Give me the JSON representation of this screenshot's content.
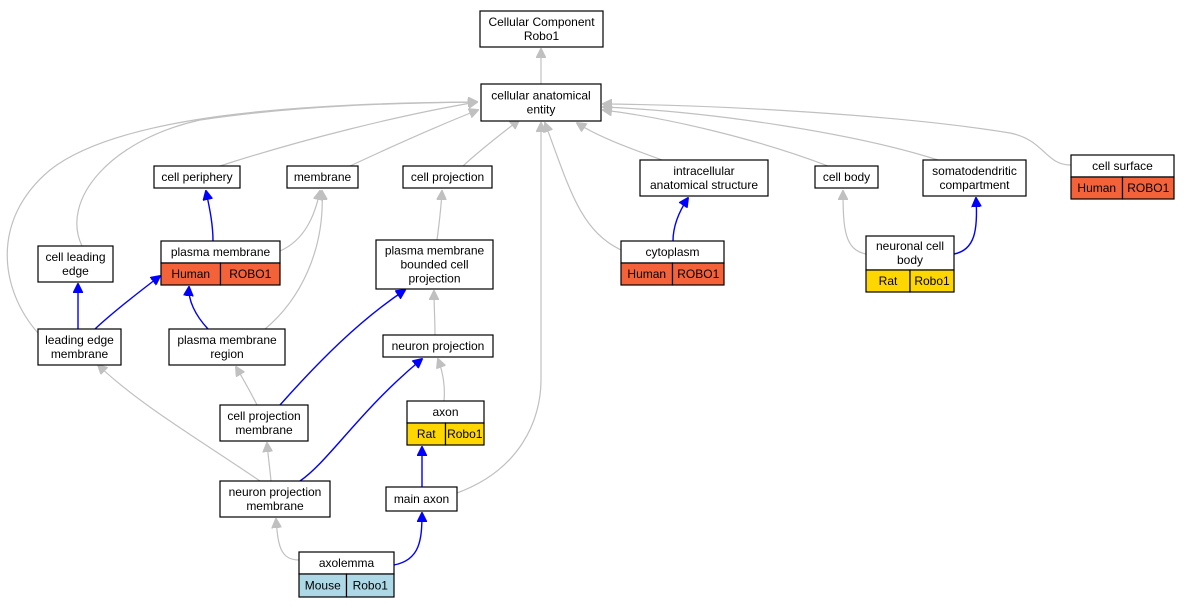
{
  "nodes": {
    "cc_root": {
      "lines": [
        "Cellular Component",
        "Robo1"
      ]
    },
    "cae": {
      "lines": [
        "cellular anatomical",
        "entity"
      ]
    },
    "cell_periphery": {
      "lines": [
        "cell periphery"
      ]
    },
    "membrane": {
      "lines": [
        "membrane"
      ]
    },
    "cell_projection": {
      "lines": [
        "cell projection"
      ]
    },
    "intracellular": {
      "lines": [
        "intracellular",
        "anatomical structure"
      ]
    },
    "cell_body": {
      "lines": [
        "cell body"
      ]
    },
    "somatodendritic": {
      "lines": [
        "somatodendritic",
        "compartment"
      ]
    },
    "cell_surface": {
      "lines": [
        "cell surface"
      ],
      "tags": [
        {
          "label": "Human",
          "color": "#f4623a"
        },
        {
          "label": "ROBO1",
          "color": "#f4623a"
        }
      ]
    },
    "cell_leading_edge": {
      "lines": [
        "cell leading",
        "edge"
      ]
    },
    "plasma_membrane": {
      "lines": [
        "plasma membrane"
      ],
      "tags": [
        {
          "label": "Human",
          "color": "#f4623a"
        },
        {
          "label": "ROBO1",
          "color": "#f4623a"
        }
      ]
    },
    "pm_bounded": {
      "lines": [
        "plasma membrane",
        "bounded cell",
        "projection"
      ]
    },
    "cytoplasm": {
      "lines": [
        "cytoplasm"
      ],
      "tags": [
        {
          "label": "Human",
          "color": "#f4623a"
        },
        {
          "label": "ROBO1",
          "color": "#f4623a"
        }
      ]
    },
    "neuronal_cell_body": {
      "lines": [
        "neuronal cell",
        "body"
      ],
      "tags": [
        {
          "label": "Rat",
          "color": "#ffd700"
        },
        {
          "label": "Robo1",
          "color": "#ffd700"
        }
      ]
    },
    "leading_edge_membrane": {
      "lines": [
        "leading edge",
        "membrane"
      ]
    },
    "pm_region": {
      "lines": [
        "plasma membrane",
        "region"
      ]
    },
    "neuron_projection": {
      "lines": [
        "neuron projection"
      ]
    },
    "axon": {
      "lines": [
        "axon"
      ],
      "tags": [
        {
          "label": "Rat",
          "color": "#ffd700"
        },
        {
          "label": "Robo1",
          "color": "#ffd700"
        }
      ]
    },
    "cp_membrane": {
      "lines": [
        "cell projection",
        "membrane"
      ]
    },
    "np_membrane": {
      "lines": [
        "neuron projection",
        "membrane"
      ]
    },
    "main_axon": {
      "lines": [
        "main axon"
      ]
    },
    "axolemma": {
      "lines": [
        "axolemma"
      ],
      "tags": [
        {
          "label": "Mouse",
          "color": "#add8e6"
        },
        {
          "label": "Robo1",
          "color": "#add8e6"
        }
      ]
    }
  },
  "edges": [
    {
      "from": "cae",
      "to": "cc_root",
      "kind": "is_a"
    },
    {
      "from": "cell_periphery",
      "to": "cae",
      "kind": "is_a"
    },
    {
      "from": "membrane",
      "to": "cae",
      "kind": "is_a"
    },
    {
      "from": "cell_projection",
      "to": "cae",
      "kind": "is_a"
    },
    {
      "from": "intracellular",
      "to": "cae",
      "kind": "is_a"
    },
    {
      "from": "cell_body",
      "to": "cae",
      "kind": "is_a"
    },
    {
      "from": "somatodendritic",
      "to": "cae",
      "kind": "is_a"
    },
    {
      "from": "cell_surface",
      "to": "cae",
      "kind": "is_a"
    },
    {
      "from": "cell_leading_edge",
      "to": "cae",
      "kind": "is_a"
    },
    {
      "from": "leading_edge_membrane",
      "to": "cae",
      "kind": "is_a"
    },
    {
      "from": "cytoplasm",
      "to": "cae",
      "kind": "is_a"
    },
    {
      "from": "main_axon",
      "to": "cae",
      "kind": "is_a"
    },
    {
      "from": "plasma_membrane",
      "to": "cell_periphery",
      "kind": "part_of"
    },
    {
      "from": "plasma_membrane",
      "to": "membrane",
      "kind": "is_a"
    },
    {
      "from": "pm_region",
      "to": "membrane",
      "kind": "is_a"
    },
    {
      "from": "pm_bounded",
      "to": "cell_projection",
      "kind": "is_a"
    },
    {
      "from": "cytoplasm",
      "to": "intracellular",
      "kind": "part_of"
    },
    {
      "from": "neuronal_cell_body",
      "to": "cell_body",
      "kind": "is_a"
    },
    {
      "from": "neuronal_cell_body",
      "to": "somatodendritic",
      "kind": "part_of"
    },
    {
      "from": "leading_edge_membrane",
      "to": "cell_leading_edge",
      "kind": "part_of"
    },
    {
      "from": "leading_edge_membrane",
      "to": "plasma_membrane",
      "kind": "part_of"
    },
    {
      "from": "pm_region",
      "to": "plasma_membrane",
      "kind": "part_of"
    },
    {
      "from": "neuron_projection",
      "to": "pm_bounded",
      "kind": "is_a"
    },
    {
      "from": "axon",
      "to": "neuron_projection",
      "kind": "is_a"
    },
    {
      "from": "cp_membrane",
      "to": "pm_region",
      "kind": "is_a"
    },
    {
      "from": "cp_membrane",
      "to": "pm_bounded",
      "kind": "part_of"
    },
    {
      "from": "np_membrane",
      "to": "leading_edge_membrane",
      "kind": "is_a"
    },
    {
      "from": "np_membrane",
      "to": "cp_membrane",
      "kind": "is_a"
    },
    {
      "from": "np_membrane",
      "to": "neuron_projection",
      "kind": "part_of"
    },
    {
      "from": "main_axon",
      "to": "axon",
      "kind": "part_of"
    },
    {
      "from": "axolemma",
      "to": "np_membrane",
      "kind": "is_a"
    },
    {
      "from": "axolemma",
      "to": "main_axon",
      "kind": "part_of"
    }
  ]
}
